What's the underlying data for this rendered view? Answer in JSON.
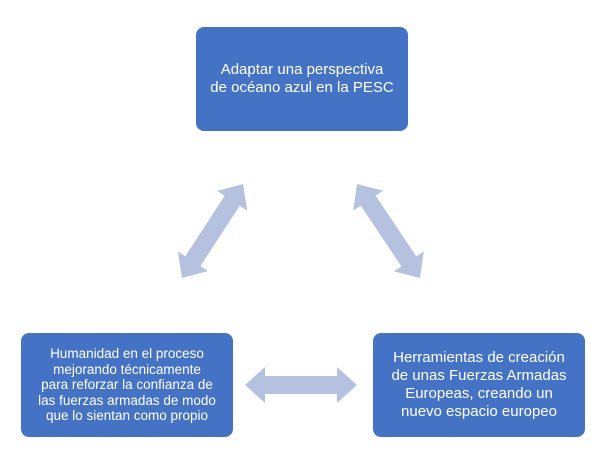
{
  "colors": {
    "node_fill": "#4472c4",
    "node_text": "#ffffff",
    "arrow_fill": "#b4c2e0"
  },
  "nodes": {
    "top": {
      "text": "Adaptar una perspectiva\nde océano azul en la PESC"
    },
    "left": {
      "text": "Humanidad en el proceso\nmejorando técnicamente\npara reforzar la confianza de\nlas fuerzas armadas de modo\nque lo sientan como propio"
    },
    "right": {
      "text": "Herramientas de creación\nde unas Fuerzas Armadas\nEuropeas, creando un\nnuevo espacio europeo"
    }
  },
  "connections": [
    {
      "from": "top",
      "to": "left",
      "type": "double-arrow"
    },
    {
      "from": "top",
      "to": "right",
      "type": "double-arrow"
    },
    {
      "from": "left",
      "to": "right",
      "type": "double-arrow"
    }
  ]
}
